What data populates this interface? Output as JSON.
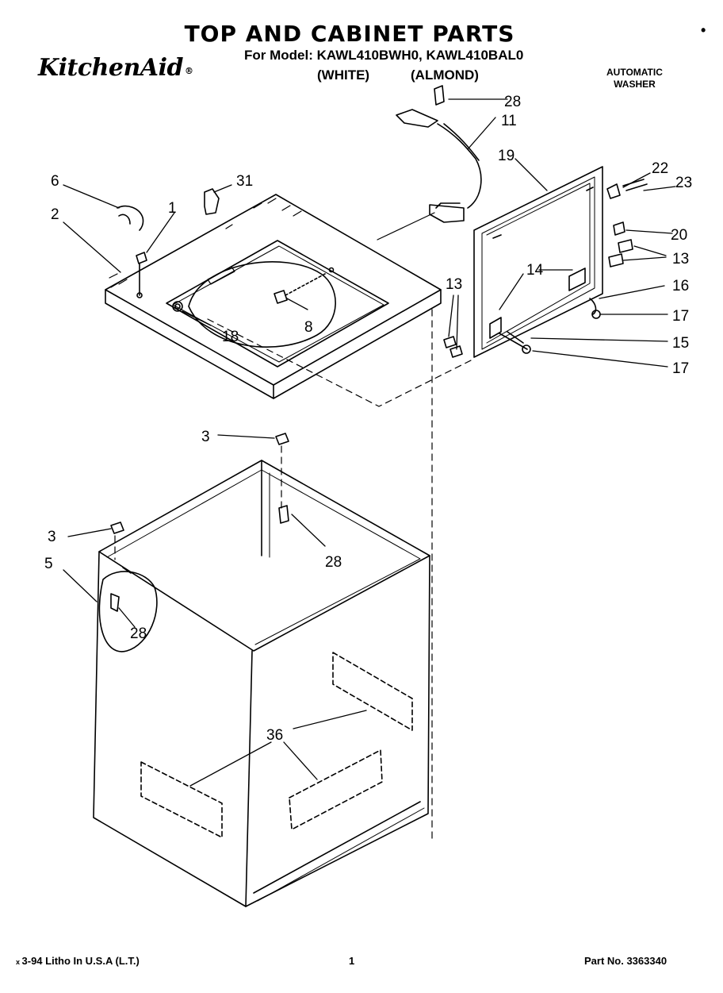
{
  "header": {
    "title": "TOP AND CABINET PARTS",
    "models_line": "For Model: KAWL410BWH0, KAWL410BAL0",
    "color_white": "(WHITE)",
    "color_almond": "(ALMOND)",
    "brand": "KitchenAid",
    "product_line1": "AUTOMATIC",
    "product_line2": "WASHER"
  },
  "callouts": {
    "c1": "1",
    "c2": "2",
    "c3a": "3",
    "c3b": "3",
    "c5": "5",
    "c6": "6",
    "c8": "8",
    "c11": "11",
    "c13a": "13",
    "c13b": "13",
    "c14": "14",
    "c15": "15",
    "c16": "16",
    "c17a": "17",
    "c17b": "17",
    "c18": "18",
    "c19": "19",
    "c20": "20",
    "c22": "22",
    "c23": "23",
    "c28a": "28",
    "c28b": "28",
    "c28c": "28",
    "c31": "31",
    "c36": "36"
  },
  "footer": {
    "left": "3-94 Litho In U.S.A (L.T.)",
    "page": "1",
    "part_no": "Part No. 3363340"
  }
}
